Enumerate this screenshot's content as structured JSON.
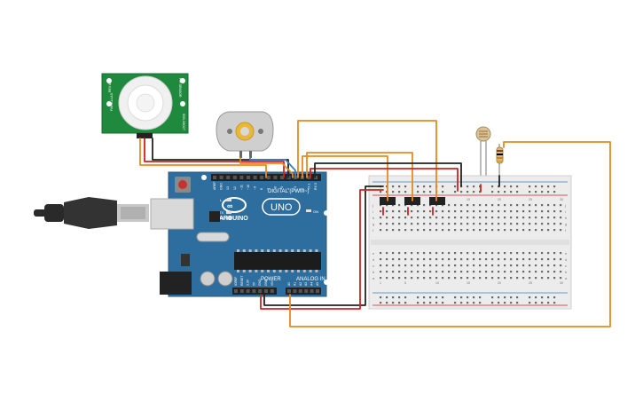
{
  "pir_sensor": {
    "left_text": "PARALLAX",
    "right_text": "555-28027",
    "top_text": "PIR SENSOR",
    "bottom_text": "REV A"
  },
  "arduino": {
    "brand": "ARDUINO",
    "model": "UNO",
    "digital_label": "DIGITAL (PWM~)",
    "power_label": "POWER",
    "analog_label": "ANALOG IN",
    "on_label": "ON",
    "tx_label": "TX",
    "rx_label": "RX",
    "l_label": "L",
    "digital_pins": [
      "AREF",
      "GND",
      "13",
      "12",
      "~11",
      "~10",
      "~9",
      "8",
      "7",
      "~6",
      "~5",
      "4",
      "~3",
      "2",
      "TX 1",
      "RX 0"
    ],
    "power_pins": [
      "IOREF",
      "RESET",
      "3.3V",
      "5V",
      "GND",
      "GND",
      "VIN"
    ],
    "analog_pins": [
      "A0",
      "A1",
      "A2",
      "A3",
      "A4",
      "A5"
    ]
  },
  "breadboard": {
    "row_letters_top": [
      "j",
      "i",
      "h",
      "g",
      "f"
    ],
    "row_letters_bottom": [
      "e",
      "d",
      "c",
      "b",
      "a"
    ],
    "column_numbers": [
      "1",
      "5",
      "10",
      "15",
      "20",
      "25",
      "30"
    ]
  },
  "colors": {
    "wire_orange": "#e8891e",
    "wire_red": "#d42020",
    "wire_black": "#222222",
    "wire_blue": "#3d7fb8",
    "arduino_board": "#2e6e9e",
    "pir_board": "#1f8a3e",
    "breadboard": "#ececec"
  }
}
